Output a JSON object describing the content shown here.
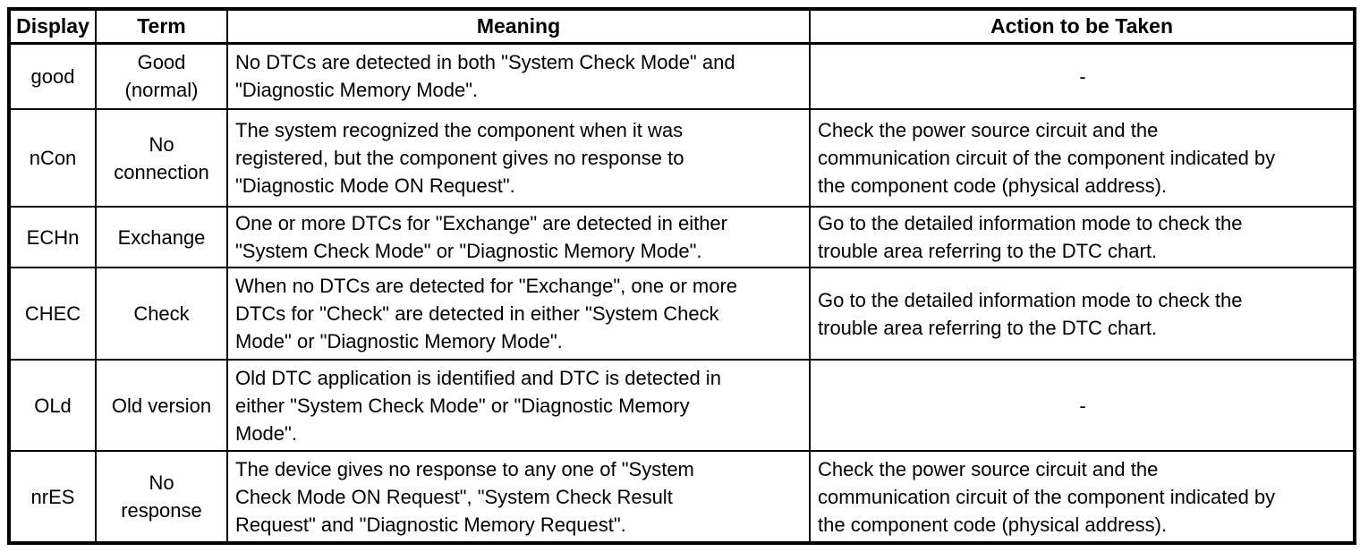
{
  "page": {
    "background_color": "#ffffff",
    "border_color": "#000000",
    "text_color": "#000000"
  },
  "table": {
    "columns": [
      {
        "key": "display",
        "label": "Display"
      },
      {
        "key": "term",
        "label": "Term"
      },
      {
        "key": "meaning",
        "label": "Meaning"
      },
      {
        "key": "action",
        "label": "Action to be Taken"
      }
    ],
    "rows": [
      {
        "display": "good",
        "term": "Good\n(normal)",
        "meaning": "No DTCs are detected in both \"System Check Mode\" and\n\"Diagnostic Memory Mode\".",
        "action": "-"
      },
      {
        "display": "nCon",
        "term": "No\nconnection",
        "meaning": "The system recognized the component when it was\nregistered, but the component gives no response to\n\"Diagnostic Mode ON Request\".",
        "action": "Check the power source circuit and the\ncommunication circuit of the component indicated by\nthe component code (physical address)."
      },
      {
        "display": "ECHn",
        "term": "Exchange",
        "meaning": "One or more DTCs for \"Exchange\" are detected in either\n\"System Check Mode\" or \"Diagnostic Memory Mode\".",
        "action": "Go to the detailed information mode to check the\ntrouble area referring to the DTC chart."
      },
      {
        "display": "CHEC",
        "term": "Check",
        "meaning": "When no DTCs are detected for \"Exchange\", one or more\nDTCs for \"Check\" are detected in either \"System Check\nMode\" or \"Diagnostic Memory Mode\".",
        "action": "Go to the detailed information mode to check the\ntrouble area referring to the DTC chart."
      },
      {
        "display": "OLd",
        "term": "Old version",
        "meaning": "Old DTC application is identified and DTC is detected in\neither \"System Check Mode\" or \"Diagnostic Memory\nMode\".",
        "action": "-"
      },
      {
        "display": "nrES",
        "term": "No\nresponse",
        "meaning": "The device gives no response to any one of \"System\nCheck Mode ON Request\", \"System Check Result\nRequest\" and \"Diagnostic Memory Request\".",
        "action": "Check the power source circuit and the\ncommunication circuit of the component indicated by\nthe component code (physical address)."
      }
    ]
  }
}
